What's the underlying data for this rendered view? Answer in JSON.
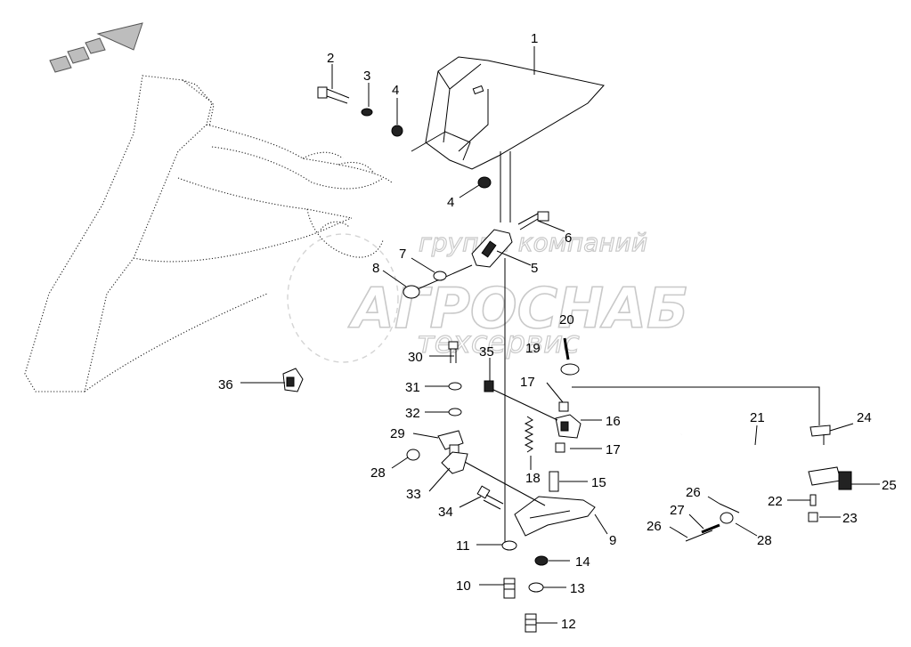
{
  "watermark": {
    "line1": "группа компаний",
    "line2": "АГРОСНАБ",
    "line3": "техсервис"
  },
  "callouts": [
    {
      "n": "1"
    },
    {
      "n": "2"
    },
    {
      "n": "3"
    },
    {
      "n": "4"
    },
    {
      "n": "4"
    },
    {
      "n": "6"
    },
    {
      "n": "5"
    },
    {
      "n": "7"
    },
    {
      "n": "8"
    },
    {
      "n": "20"
    },
    {
      "n": "19"
    },
    {
      "n": "30"
    },
    {
      "n": "35"
    },
    {
      "n": "31"
    },
    {
      "n": "17"
    },
    {
      "n": "32"
    },
    {
      "n": "16"
    },
    {
      "n": "36"
    },
    {
      "n": "29"
    },
    {
      "n": "17"
    },
    {
      "n": "28"
    },
    {
      "n": "18"
    },
    {
      "n": "15"
    },
    {
      "n": "33"
    },
    {
      "n": "34"
    },
    {
      "n": "9"
    },
    {
      "n": "11"
    },
    {
      "n": "14"
    },
    {
      "n": "10"
    },
    {
      "n": "13"
    },
    {
      "n": "12"
    },
    {
      "n": "21"
    },
    {
      "n": "24"
    },
    {
      "n": "25"
    },
    {
      "n": "22"
    },
    {
      "n": "23"
    },
    {
      "n": "26"
    },
    {
      "n": "27"
    },
    {
      "n": "26"
    },
    {
      "n": "28"
    }
  ]
}
